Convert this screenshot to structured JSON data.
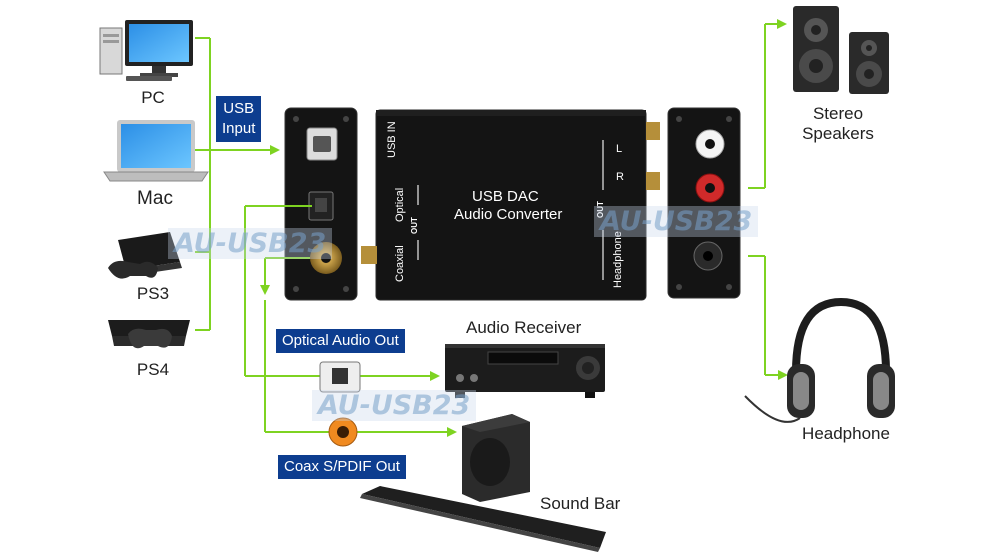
{
  "sources": {
    "pc": "PC",
    "mac": "Mac",
    "ps3": "PS3",
    "ps4": "PS4"
  },
  "usb_input_badge": [
    "USB",
    "Input"
  ],
  "device": {
    "title_line1": "USB DAC",
    "title_line2": "Audio Converter",
    "usb_in": "USB IN",
    "optical": "Optical",
    "coaxial": "Coaxial",
    "out_left": "OUT",
    "out_right": "OUT",
    "l": "L",
    "r": "R",
    "headphone": "Headphone"
  },
  "watermark": "AU-USB23",
  "outputs": {
    "stereo_speakers": [
      "Stereo",
      "Speakers"
    ],
    "headphone": "Headphone",
    "audio_receiver": "Audio Receiver",
    "sound_bar": "Sound Bar",
    "optical_out_badge": "Optical Audio Out",
    "coax_out_badge": "Coax S/PDIF Out"
  },
  "colors": {
    "connector_line": "#7ed321",
    "badge_bg": "#0d3d8f",
    "device_body": "#141414"
  }
}
